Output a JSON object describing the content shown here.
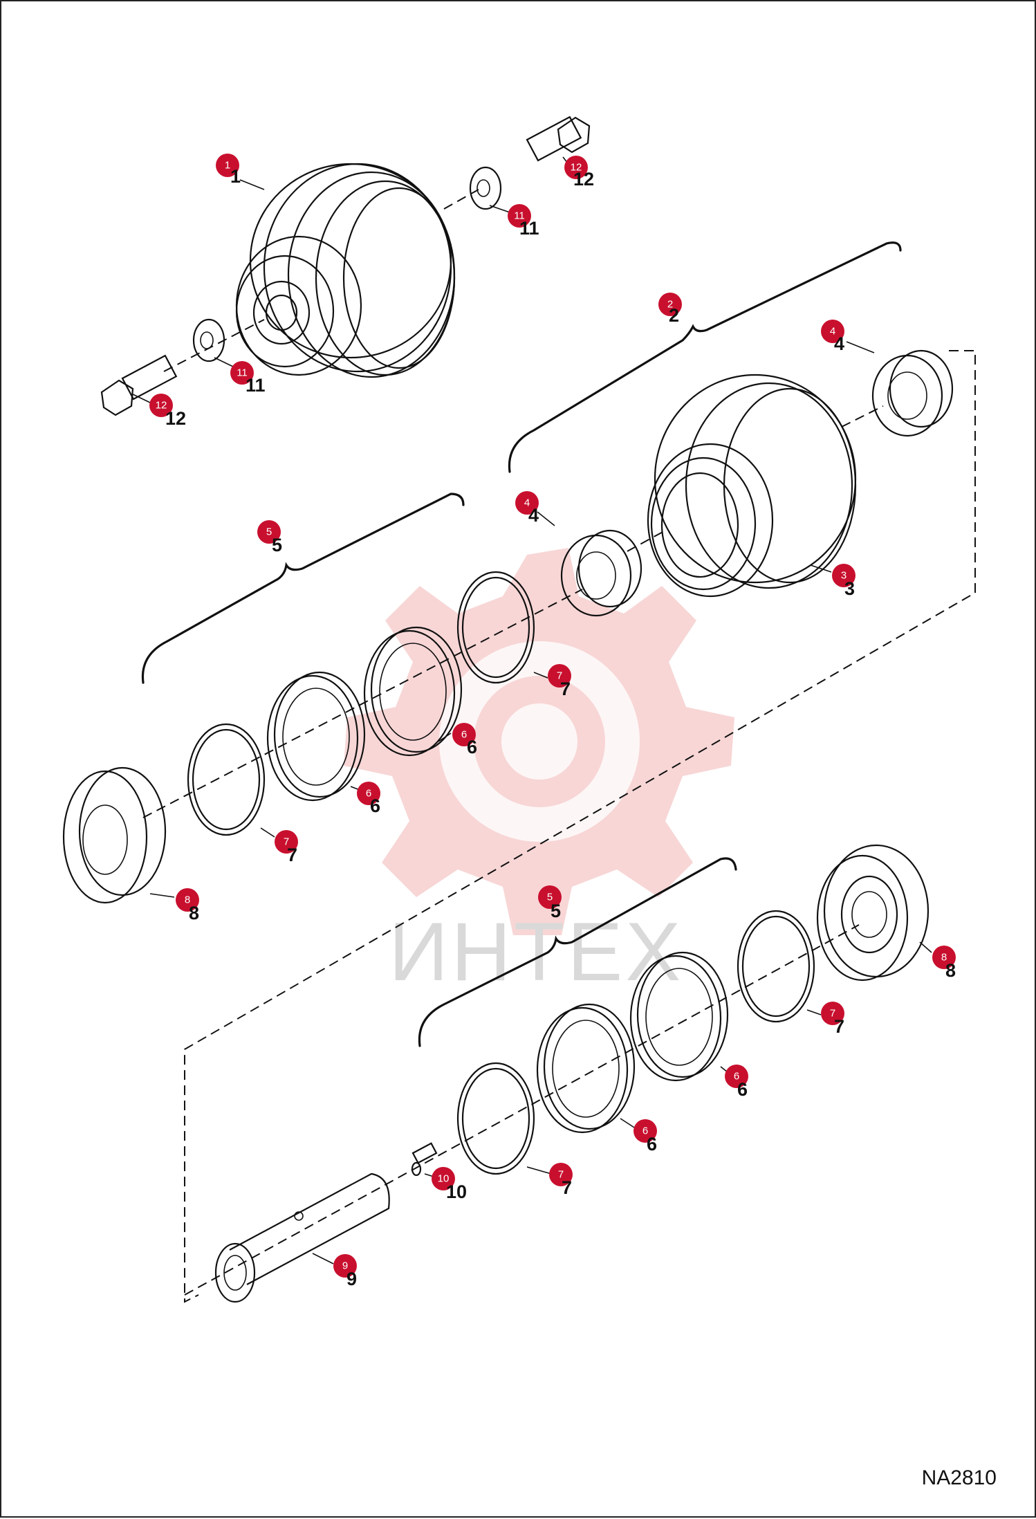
{
  "drawing_id": "NA2810",
  "watermark": "ИНТЕХ",
  "colors": {
    "callout": "#c8102e",
    "line": "#111111",
    "watermark": "#f3b5b5"
  },
  "callouts": [
    {
      "n": "1"
    },
    {
      "n": "12"
    },
    {
      "n": "11"
    },
    {
      "n": "11"
    },
    {
      "n": "12"
    },
    {
      "n": "2"
    },
    {
      "n": "4"
    },
    {
      "n": "4"
    },
    {
      "n": "3"
    },
    {
      "n": "5"
    },
    {
      "n": "7"
    },
    {
      "n": "6"
    },
    {
      "n": "6"
    },
    {
      "n": "7"
    },
    {
      "n": "8"
    },
    {
      "n": "5"
    },
    {
      "n": "8"
    },
    {
      "n": "7"
    },
    {
      "n": "6"
    },
    {
      "n": "6"
    },
    {
      "n": "7"
    },
    {
      "n": "10"
    },
    {
      "n": "9"
    }
  ]
}
